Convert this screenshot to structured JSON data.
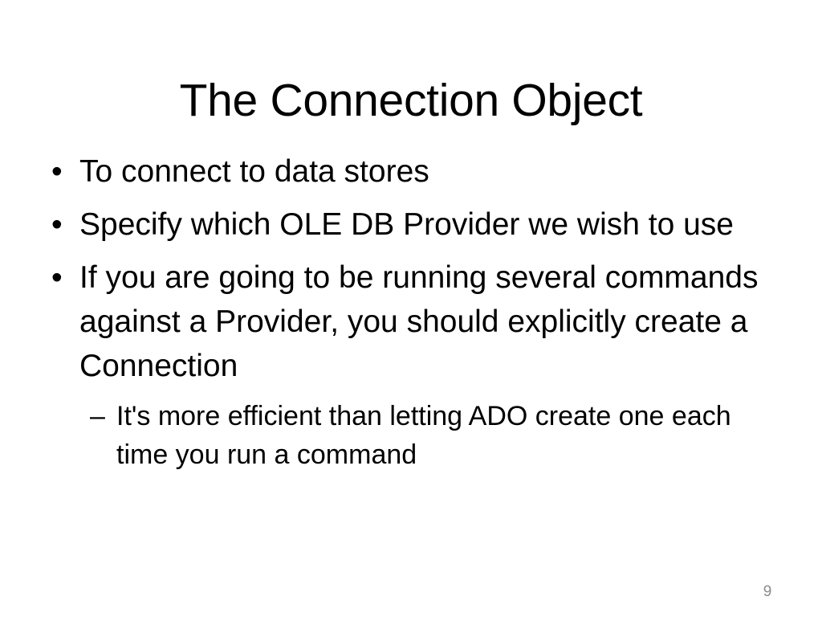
{
  "slide": {
    "title": "The Connection Object",
    "page_number": "9",
    "background_color": "#ffffff",
    "text_color": "#000000",
    "page_number_color": "#8c8c8c",
    "bullets": [
      {
        "level": 1,
        "marker": "•",
        "text": "To connect to data stores"
      },
      {
        "level": 1,
        "marker": "•",
        "text": "Specify which OLE DB Provider we wish to use"
      },
      {
        "level": 1,
        "marker": "•",
        "text": "If you are going to be running several commands against a Provider, you should explicitly create a Connection"
      },
      {
        "level": 2,
        "marker": "–",
        "text": "It's more efficient than letting ADO create one each time you run a command"
      }
    ]
  }
}
